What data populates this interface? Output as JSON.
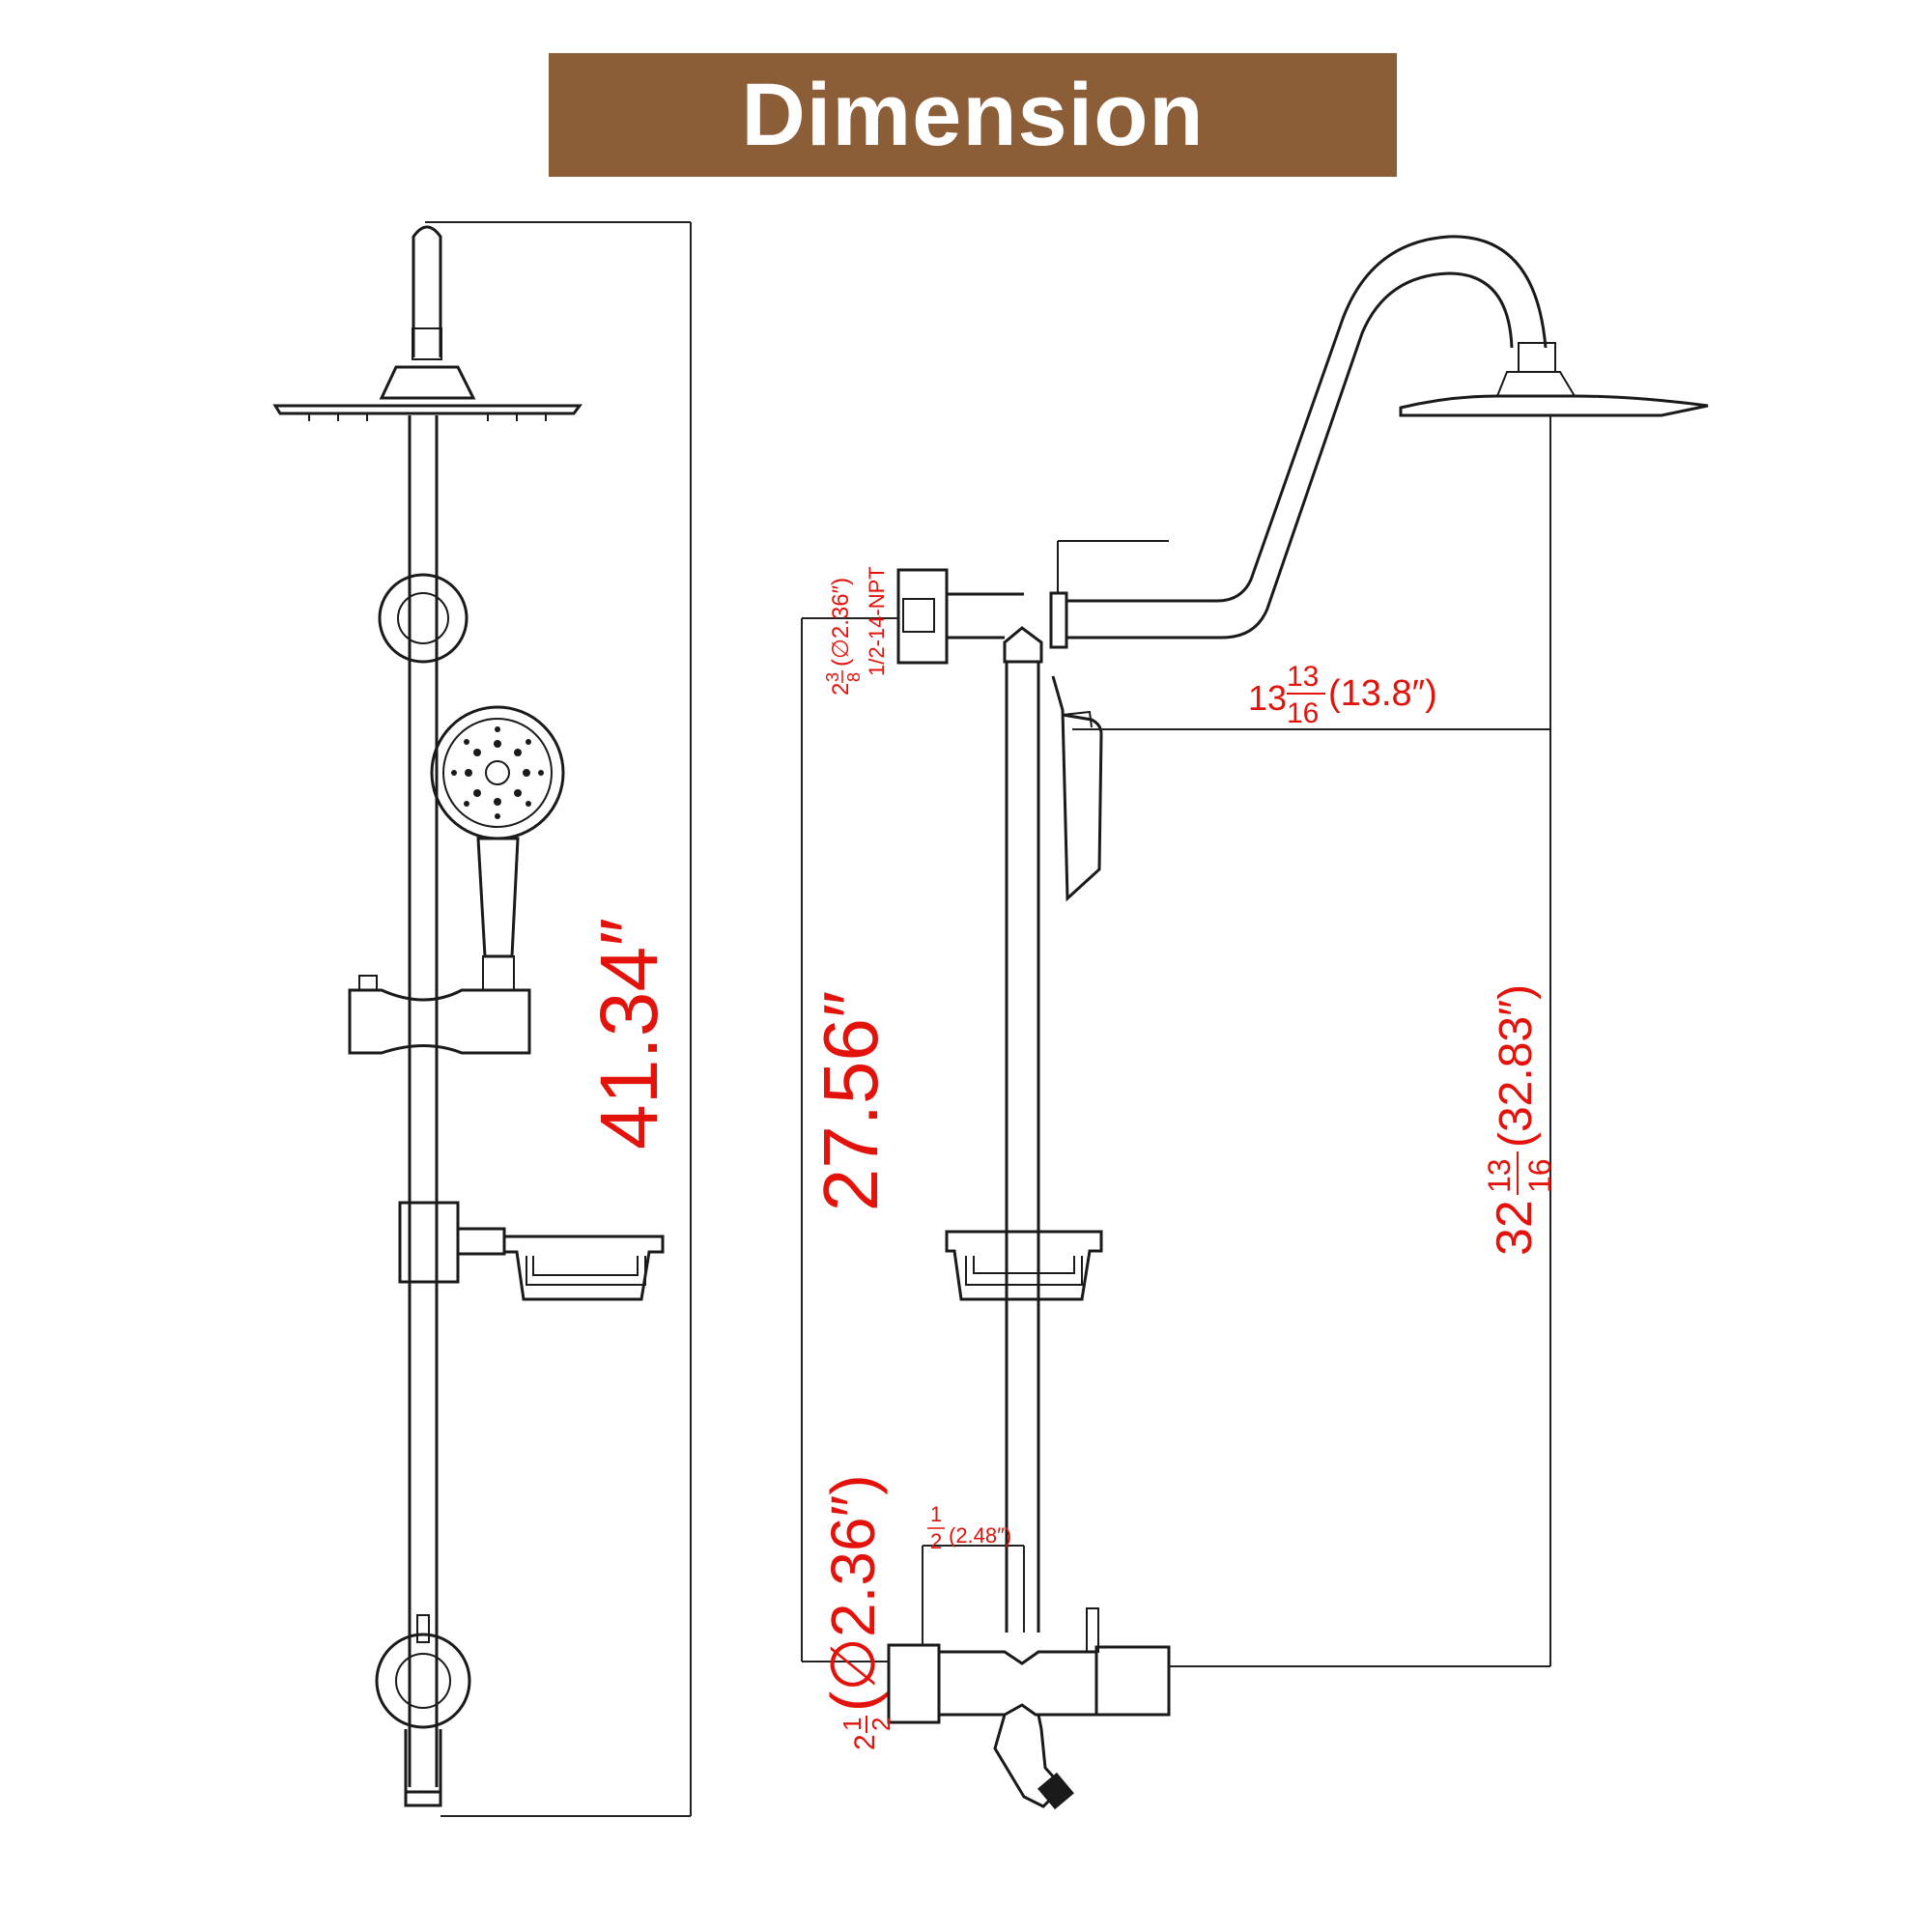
{
  "banner": {
    "title": "Dimension",
    "color": "#8c5e38"
  },
  "colors": {
    "dimension_text": "#e3120b",
    "line": "#1a1a1a"
  },
  "dimensions": {
    "total_height": "41.34″",
    "bar_height": "27.56″",
    "head_height_whole": "32",
    "head_height_num": "13",
    "head_height_den": "16",
    "head_height_inch": "(32.83″)",
    "arm_reach_whole": "13",
    "arm_reach_num": "13",
    "arm_reach_den": "16",
    "arm_reach_inch": "(13.8″)",
    "top_inlet_whole": "2",
    "top_inlet_num": "3",
    "top_inlet_den": "8",
    "top_inlet_inch": "(∅2.36″)",
    "thread_spec": "1/2-14-NPT",
    "bottom_inlet_whole": "2",
    "bottom_inlet_num": "1",
    "bottom_inlet_den": "2",
    "bottom_inlet_inch": "(∅2.36″)",
    "valve_offset_num": "1",
    "valve_offset_den": "2",
    "valve_offset_inch": "(2.48″)"
  }
}
